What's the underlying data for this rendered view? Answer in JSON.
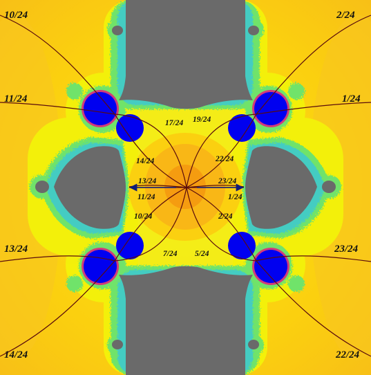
{
  "colors": {
    "outer_field": "#f8c21a",
    "outer_band": "#fbd20c",
    "yellow_band": "#f6f30c",
    "green_band": "#6fe36a",
    "cyan_band": "#39cbd7",
    "interior_gray": "#6a6a6a",
    "interior_blue": "#0000f0",
    "center_orange": "#f9ad14",
    "center_dark": "#f39a10",
    "ray_color": "#5a0c0c",
    "arrow_color": "#101c7a"
  },
  "outer_labels": [
    {
      "id": "10-24",
      "text": "10/24"
    },
    {
      "id": "2-24",
      "text": "2/24"
    },
    {
      "id": "11-24",
      "text": "11/24"
    },
    {
      "id": "1-24",
      "text": "1/24"
    },
    {
      "id": "13-24",
      "text": "13/24"
    },
    {
      "id": "23-24",
      "text": "23/24"
    },
    {
      "id": "14-24",
      "text": "14/24"
    },
    {
      "id": "22-24",
      "text": "22/24"
    }
  ],
  "inner_labels": [
    {
      "id": "17-24",
      "text": "17/24"
    },
    {
      "id": "19-24",
      "text": "19/24"
    },
    {
      "id": "14-24-in",
      "text": "14/24"
    },
    {
      "id": "22-24-in",
      "text": "22/24"
    },
    {
      "id": "13-24-in",
      "text": "13/24"
    },
    {
      "id": "23-24-in",
      "text": "23/24"
    },
    {
      "id": "11-24-in",
      "text": "11/24"
    },
    {
      "id": "1-24-in",
      "text": "1/24"
    },
    {
      "id": "10-24-in",
      "text": "10/24"
    },
    {
      "id": "2-24-in",
      "text": "2/24"
    },
    {
      "id": "7-24",
      "text": "7/24"
    },
    {
      "id": "5-24",
      "text": "5/24"
    }
  ]
}
